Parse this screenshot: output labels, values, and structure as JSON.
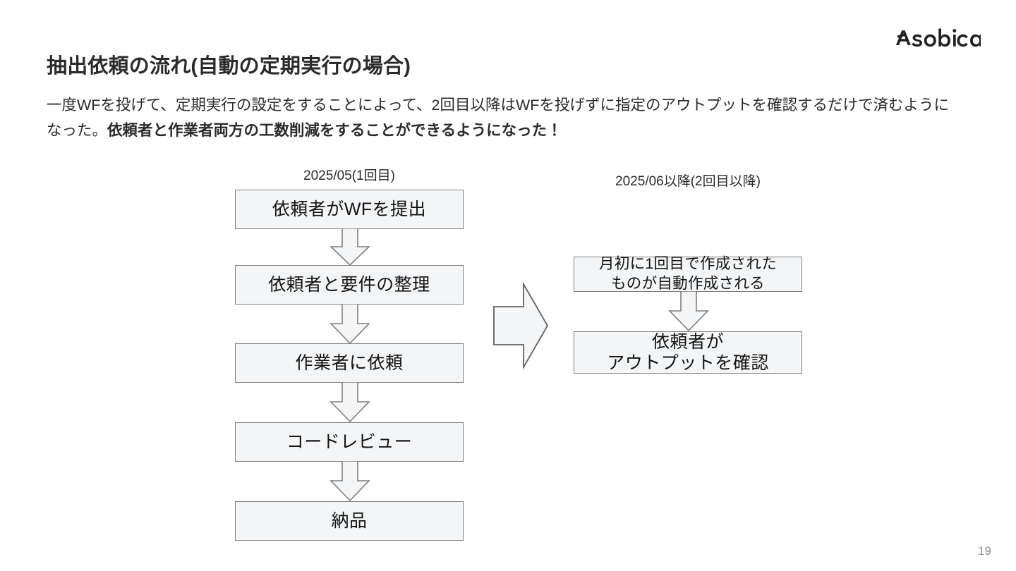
{
  "brand": {
    "logo_text": "Asobica",
    "logo_color": "#231f20"
  },
  "header": {
    "title": "抽出依頼の流れ(自動の定期実行の場合)",
    "subtitle_normal_1": "一度WFを投げて、定期実行の設定をすることによって、2回目以降はWFを投げずに指定のアウトプットを確認するだけで済むようになった。",
    "subtitle_emphasis": "依頼者と作業者両方の工数削減をすることができるようになった！"
  },
  "diagram": {
    "type": "flowchart",
    "node_fill": "#f3f5f7",
    "node_border": "#7f7f7f",
    "columns": [
      {
        "id": "first-run",
        "label": "2025/05(1回目)",
        "nodes": [
          "依頼者がWFを提出",
          "依頼者と要件の整理",
          "作業者に依頼",
          "コードレビュー",
          "納品"
        ]
      },
      {
        "id": "recurring-run",
        "label": "2025/06以降(2回目以降)",
        "nodes": [
          "月初に1回目で作成されたものが自動作成される",
          "依頼者がアウトプットを確認"
        ],
        "node_lines": [
          [
            "月初に1回目で作成された",
            "ものが自動作成される"
          ],
          [
            "依頼者が",
            "アウトプットを確認"
          ]
        ]
      }
    ],
    "connector": "down-block-arrow",
    "transition_arrow": "right-block-arrow"
  },
  "footer": {
    "page_number": "19"
  }
}
